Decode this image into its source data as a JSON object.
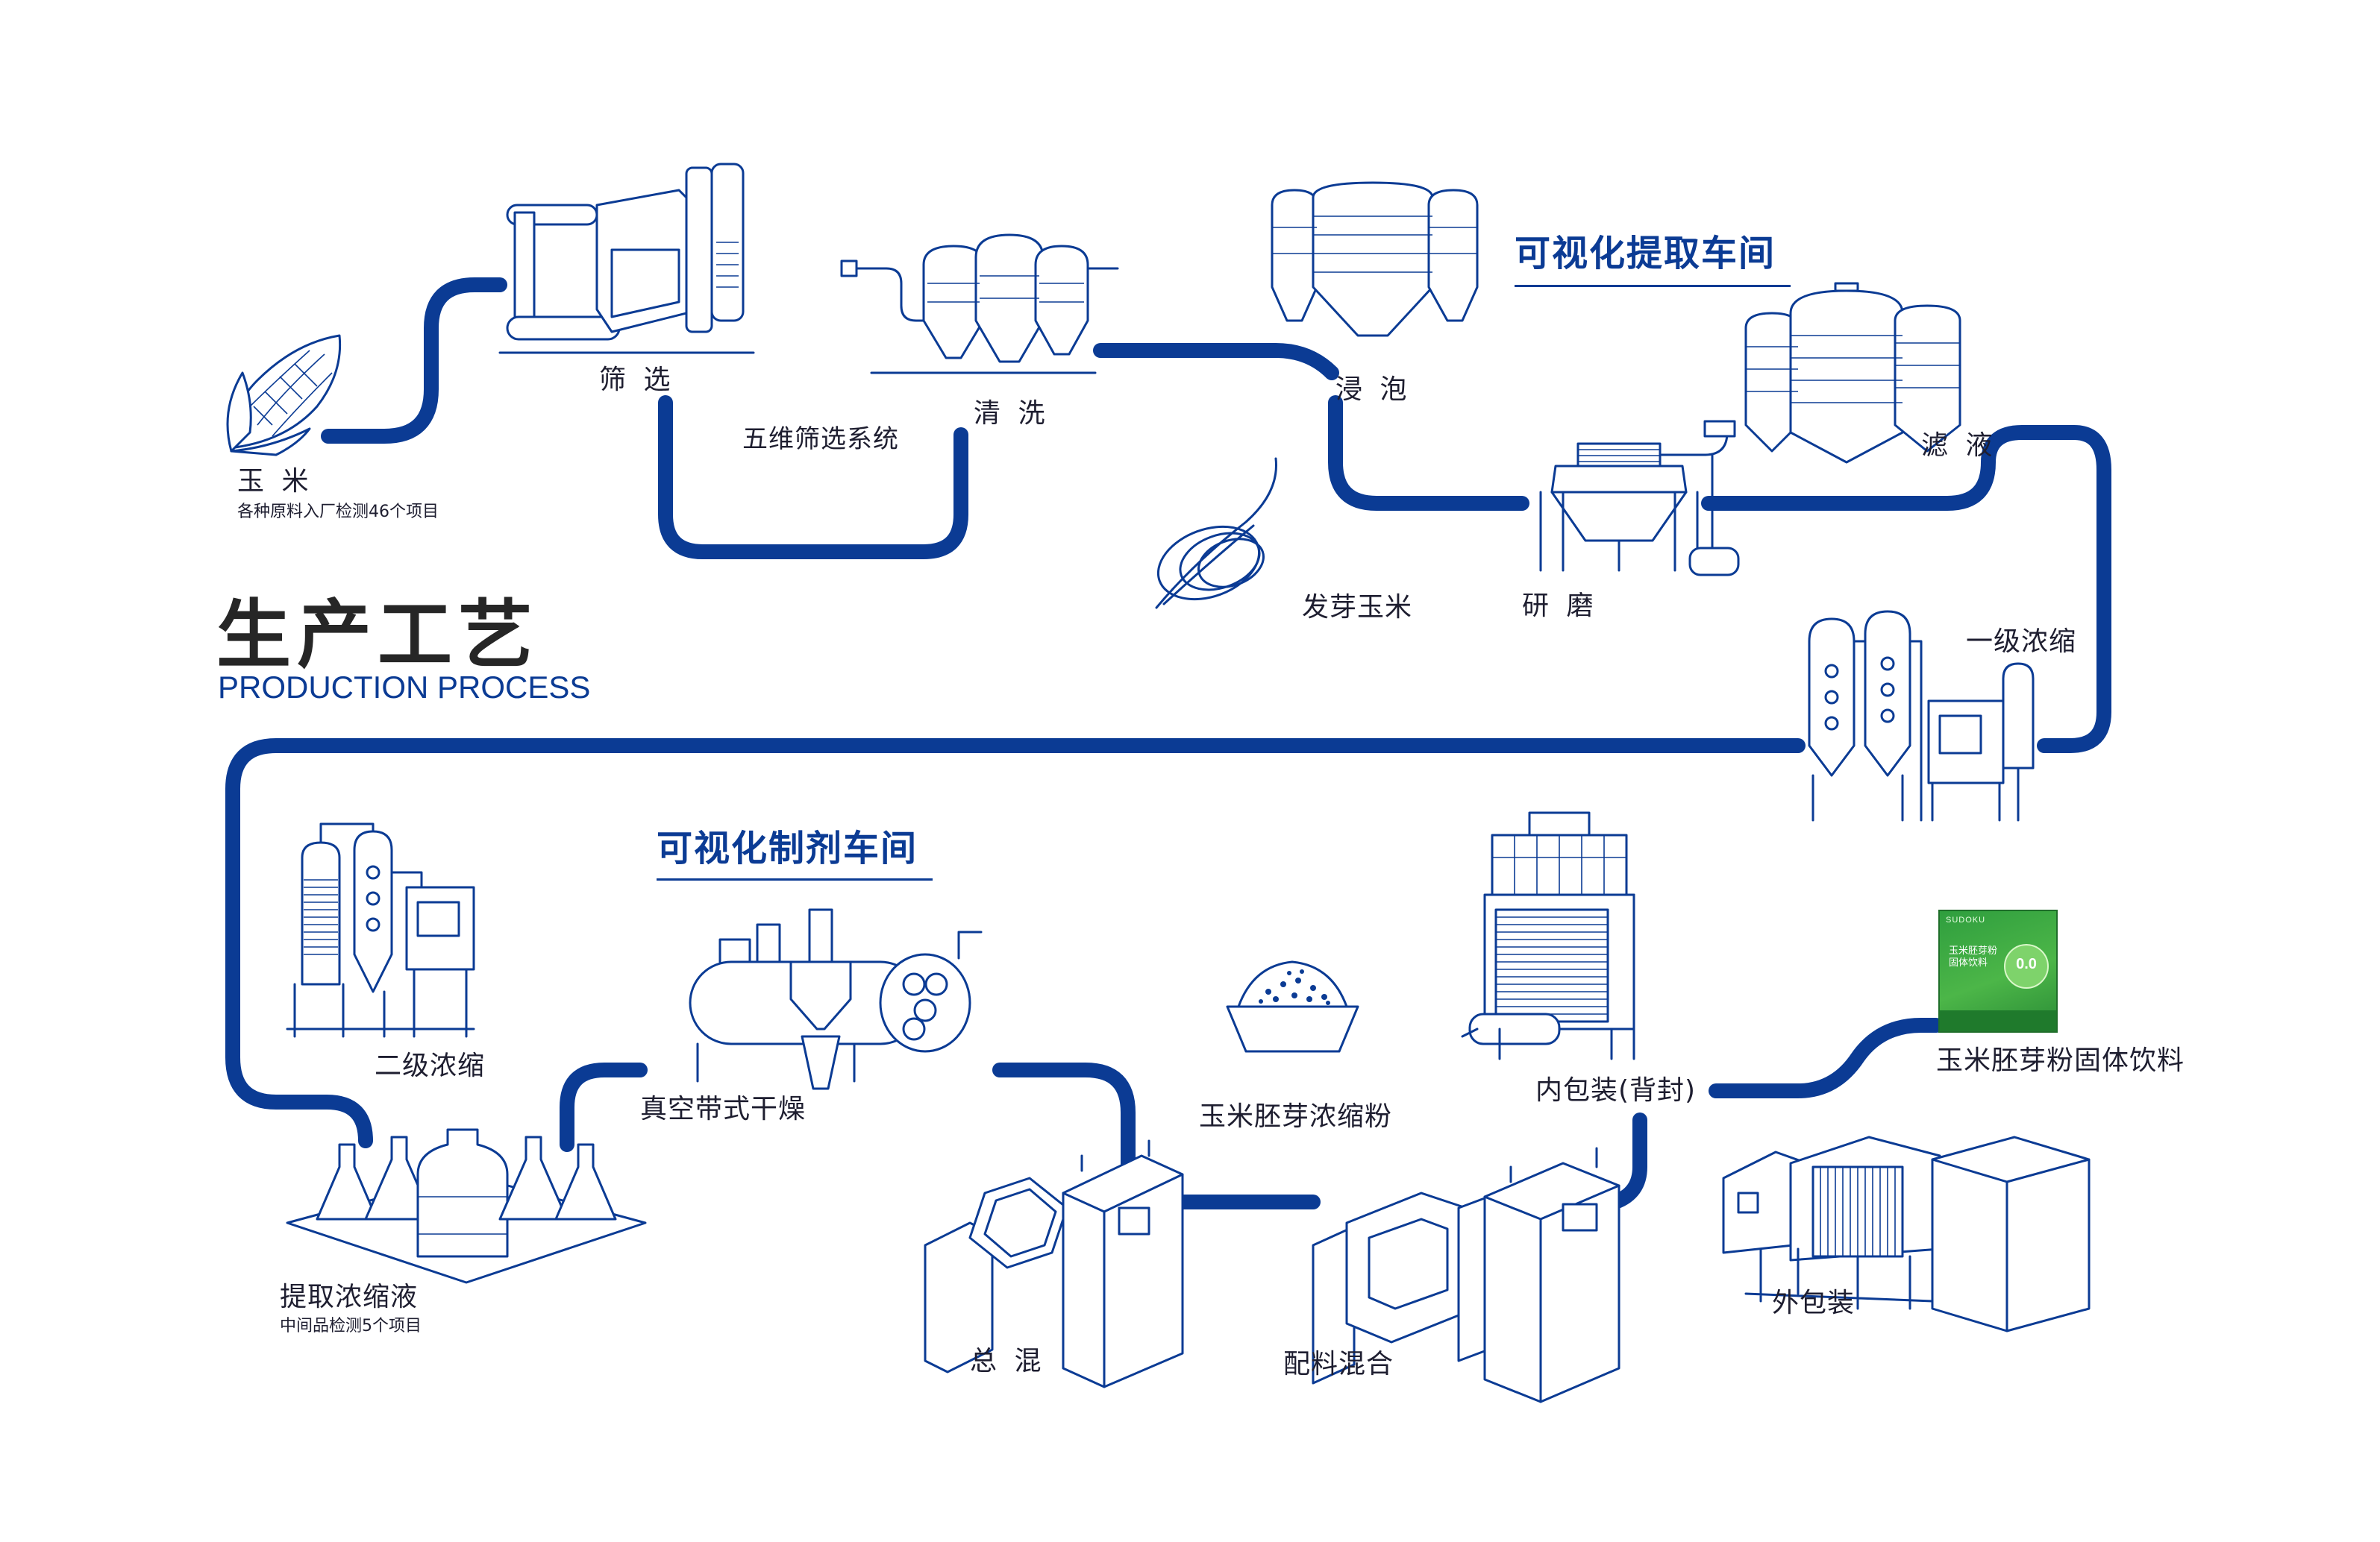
{
  "title": {
    "zh": "生产工艺",
    "en": "PRODUCTION PROCESS"
  },
  "workshops": {
    "extraction": "可视化提取车间",
    "preparation": "可视化制剂车间"
  },
  "steps": {
    "corn": {
      "label": "玉 米",
      "note": "各种原料入厂检测46个项目"
    },
    "screening": {
      "label": "筛 选"
    },
    "five_dim_screening": {
      "label": "五维筛选系统"
    },
    "washing": {
      "label": "清 洗"
    },
    "soaking": {
      "label": "浸 泡"
    },
    "sprouted_corn": {
      "label": "发芽玉米"
    },
    "grinding": {
      "label": "研 磨"
    },
    "filtrate": {
      "label": "滤 液"
    },
    "primary_concentration": {
      "label": "一级浓缩"
    },
    "secondary_concentration": {
      "label": "二级浓缩"
    },
    "extract_concentrate": {
      "label": "提取浓缩液",
      "note": "中间品检测5个项目"
    },
    "vacuum_belt_drying": {
      "label": "真空带式干燥"
    },
    "total_mixing": {
      "label": "总 混"
    },
    "germ_powder": {
      "label": "玉米胚芽浓缩粉"
    },
    "batch_mixing": {
      "label": "配料混合"
    },
    "inner_packaging": {
      "label": "内包装(背封)"
    },
    "final_product": {
      "label": "玉米胚芽粉固体饮料"
    },
    "outer_packaging": {
      "label": "外包装"
    }
  },
  "product_pack": {
    "brand": "SUDOKU",
    "name": "玉米胚芽粉 固体饮料",
    "badge": "0.0"
  },
  "colors": {
    "flow_line": "#0b3b94",
    "text": "#1e1e30",
    "title": "#262626",
    "pack_green": "#4cb648"
  },
  "icons": [
    "corn-icon",
    "screening-machine-icon",
    "washing-silo-icon",
    "soaking-silo-icon",
    "sprout-icon",
    "grinder-icon",
    "filter-tank-icon",
    "evaporator-icon",
    "dryer-icon",
    "flask-icon",
    "mixer-icon",
    "powder-bowl-icon",
    "packing-machine-icon",
    "warehouse-icon"
  ]
}
